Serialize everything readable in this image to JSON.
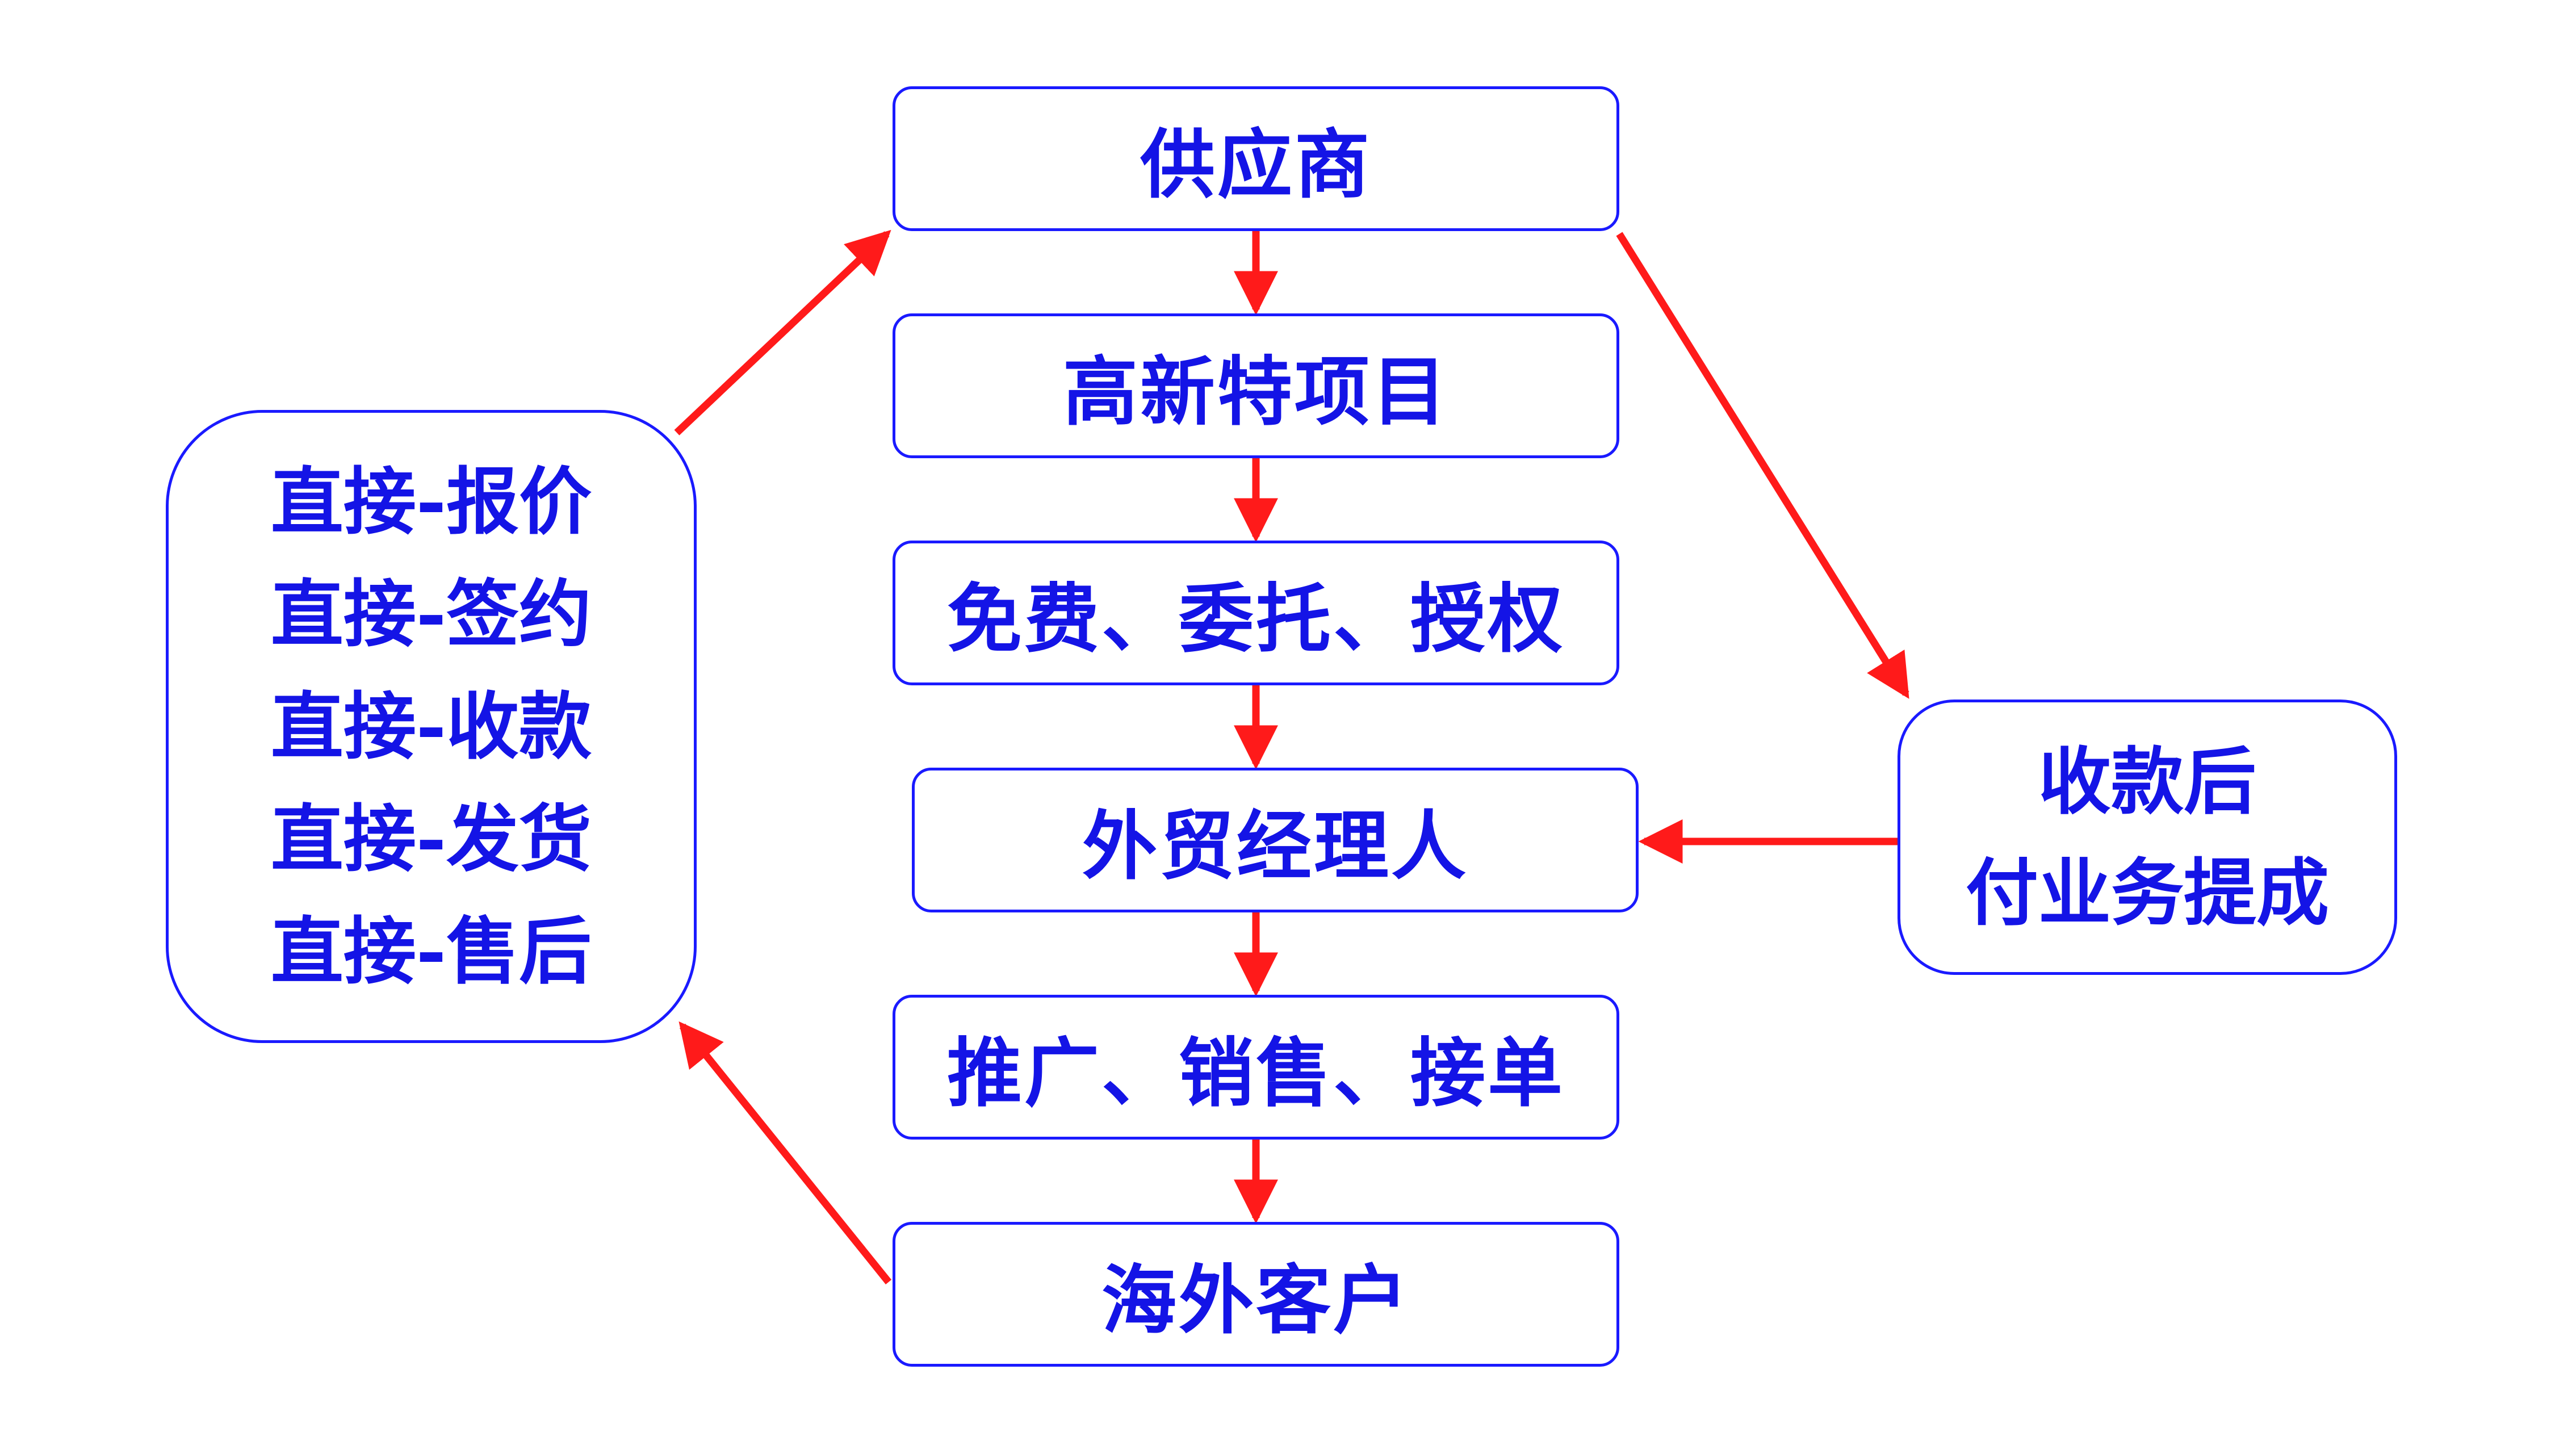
{
  "diagram": {
    "flow": [
      {
        "id": "supplier",
        "label": "供应商"
      },
      {
        "id": "project",
        "label": "高新特项目"
      },
      {
        "id": "authorization",
        "label": "免费、委托、授权"
      },
      {
        "id": "manager",
        "label": "外贸经理人"
      },
      {
        "id": "sales",
        "label": "推广、销售、接单"
      },
      {
        "id": "customer",
        "label": "海外客户"
      }
    ],
    "direct_box": {
      "lines": [
        "直接-报价",
        "直接-签约",
        "直接-收款",
        "直接-发货",
        "直接-售后"
      ]
    },
    "commission_box": {
      "lines": [
        "收款后",
        "付业务提成"
      ]
    },
    "edges": [
      {
        "from": "supplier",
        "to": "project"
      },
      {
        "from": "project",
        "to": "authorization"
      },
      {
        "from": "authorization",
        "to": "manager"
      },
      {
        "from": "manager",
        "to": "sales"
      },
      {
        "from": "sales",
        "to": "customer"
      },
      {
        "from": "customer",
        "to": "direct_box"
      },
      {
        "from": "direct_box",
        "to": "supplier"
      },
      {
        "from": "supplier",
        "to": "commission_box"
      },
      {
        "from": "commission_box",
        "to": "manager"
      }
    ],
    "colors": {
      "box_border": "#1a1aff",
      "text": "#1414e6",
      "arrow": "#ff1a1a"
    }
  }
}
